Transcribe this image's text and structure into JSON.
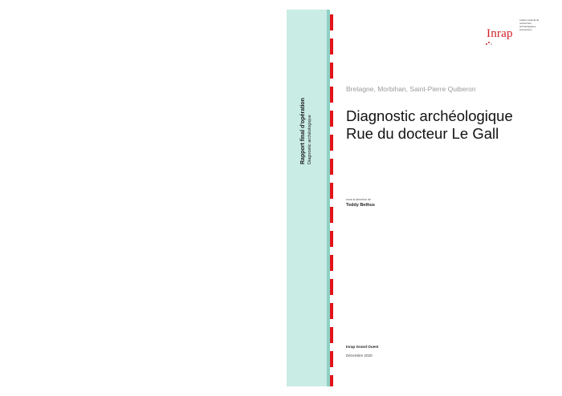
{
  "spine": {
    "line1": "Rapport final d'opération",
    "line2": "Diagnostic archéologique"
  },
  "logo": {
    "name": "Inrap",
    "subtext": "Institut national de recherches archéologiques préventives",
    "color": "#d11f26"
  },
  "cover": {
    "location": "Bretagne, Morbihan, Saint-Pierre Quiberon",
    "title_line1": "Diagnostic archéologique",
    "title_line2": "Rue du docteur Le Gall",
    "direction_label": "sous la direction de",
    "author": "Teddy Bethus",
    "organization": "Inrap Grand Ouest",
    "date": "Décembre 2020"
  },
  "colors": {
    "spine": "#c9ece4",
    "edge_teal": "#8fd0c4",
    "edge_red": "#e2141a"
  }
}
